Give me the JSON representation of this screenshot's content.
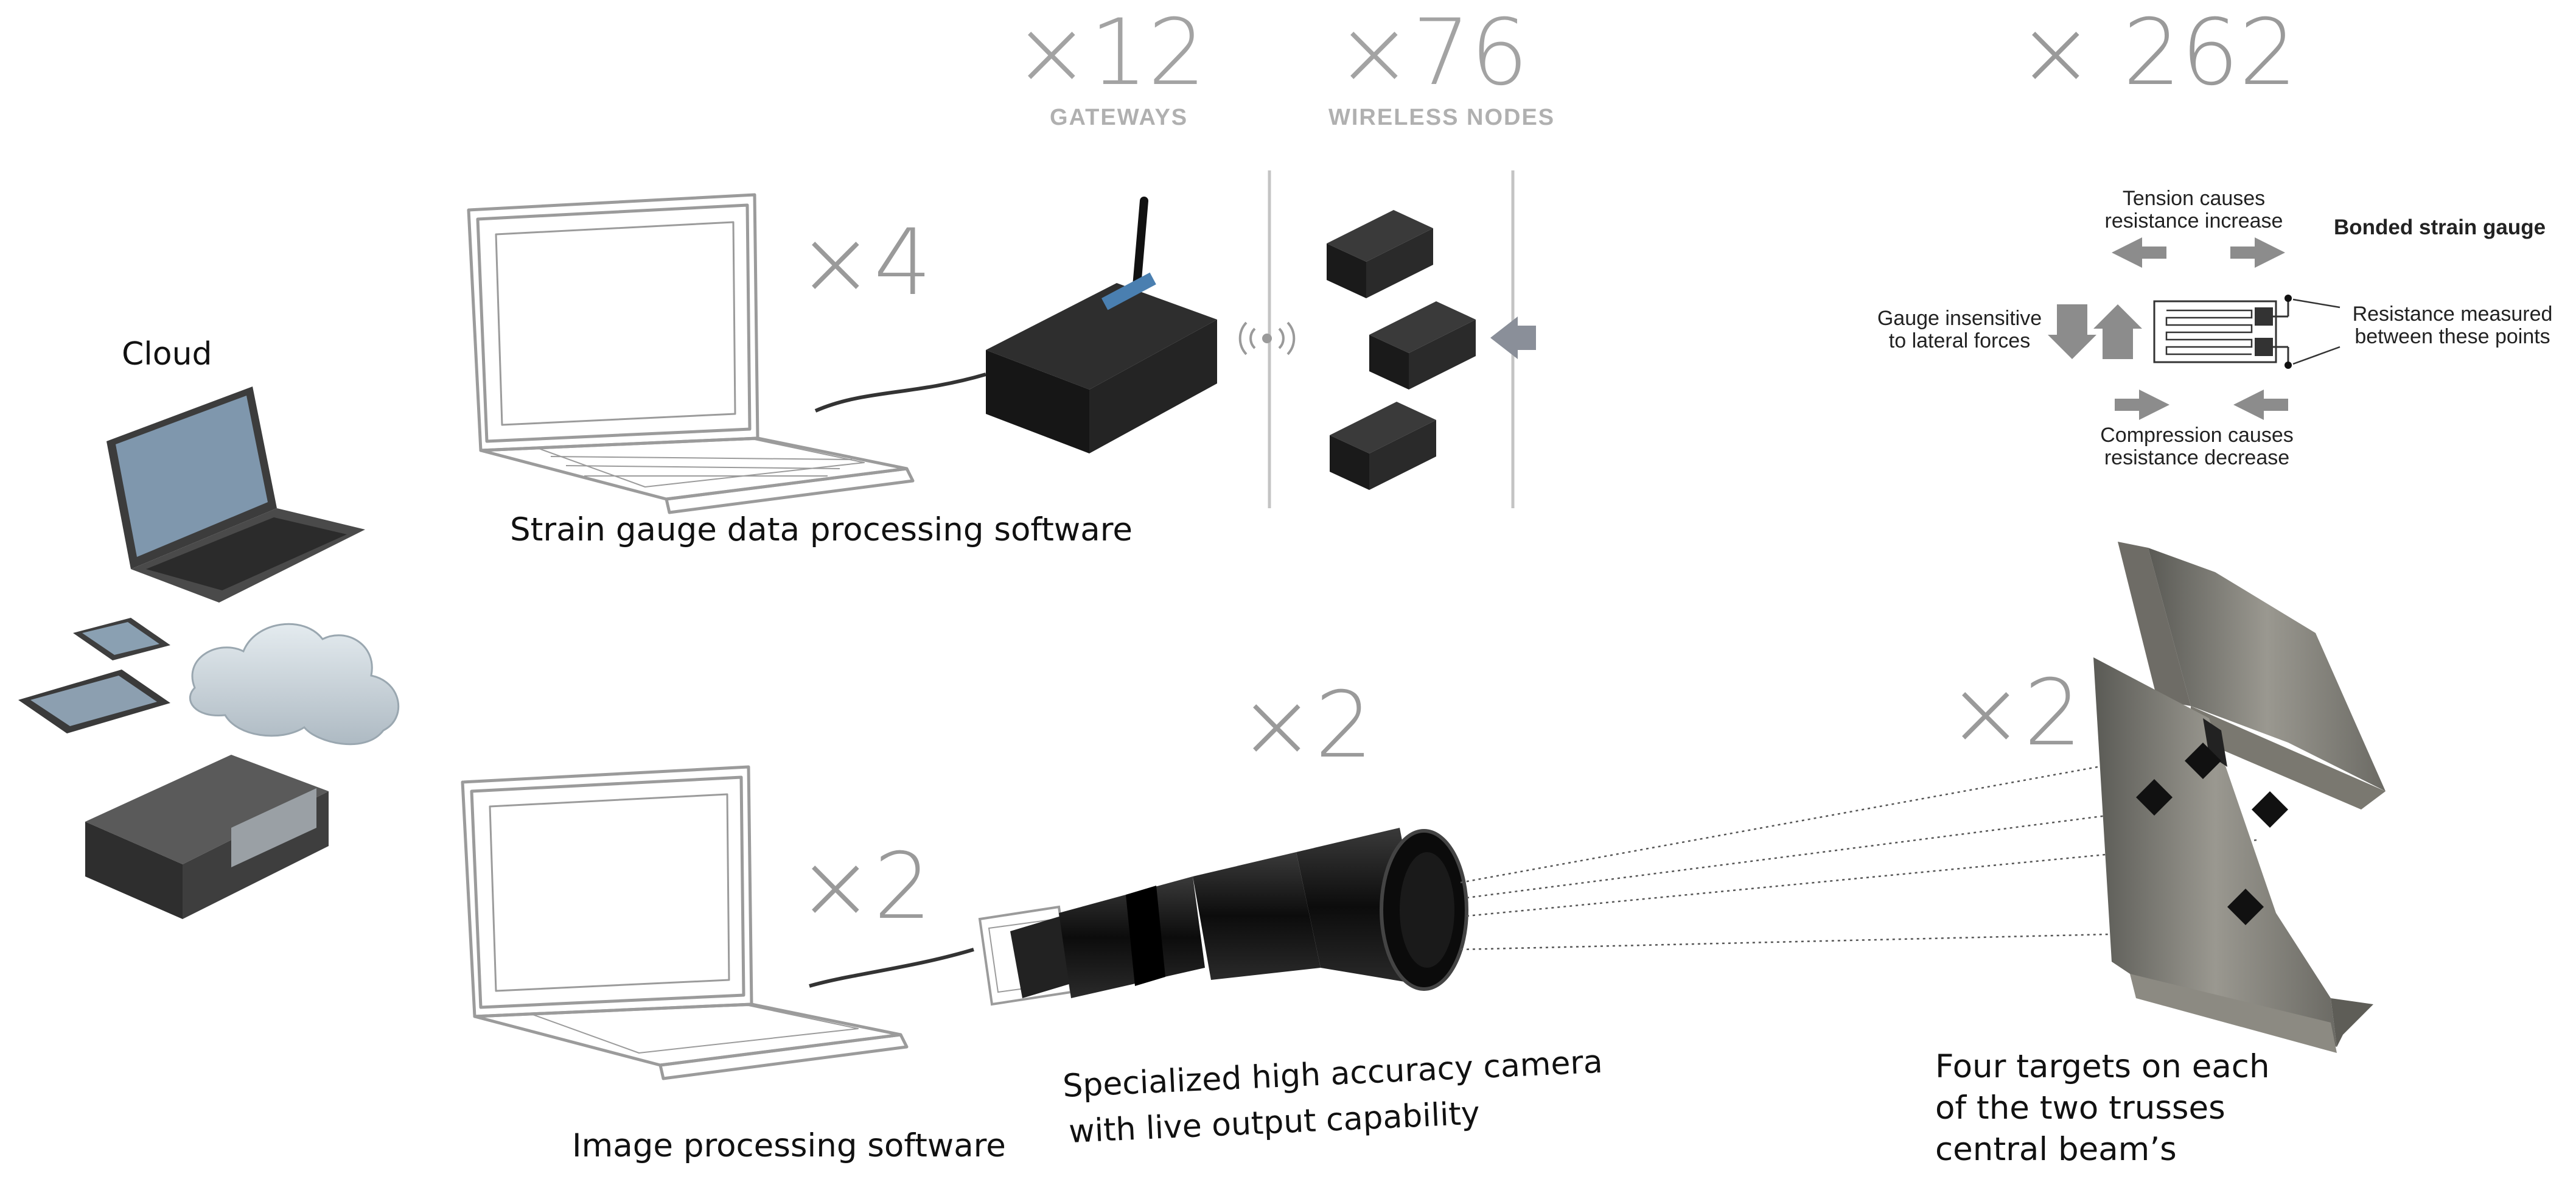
{
  "labels": {
    "cloud": "Cloud",
    "strain_software": "Strain gauge data processing software",
    "image_software": "Image processing software",
    "camera_line1": "Specialized high accuracy camera",
    "camera_line2": "with live output capability",
    "targets_line1": "Four targets on each",
    "targets_line2": "of the two trusses",
    "targets_line3": "central beam’s"
  },
  "multipliers": {
    "gateways_count": "×12",
    "gateways_label": "GATEWAYS",
    "nodes_count": "×76",
    "nodes_label": "WIRELESS NODES",
    "gauges_count": "× 262",
    "strain_laptops": "×4",
    "image_laptops": "×2",
    "cameras": "×2",
    "beams": "×2"
  },
  "gauge_diagram": {
    "title": "Bonded strain gauge",
    "tension": "Tension causes resistance increase",
    "lateral": "Gauge insensitive to lateral forces",
    "resistance": "Resistance measured between these points",
    "compression": "Compression causes resistance decrease"
  },
  "colors": {
    "multiplier_gray": "#9a9a9a",
    "arrow_gray": "#8c8c8c",
    "device_dark": "#1e1e1e",
    "sketch_gray": "#9b9b9b",
    "cloud_blue": "#c9d3da"
  }
}
